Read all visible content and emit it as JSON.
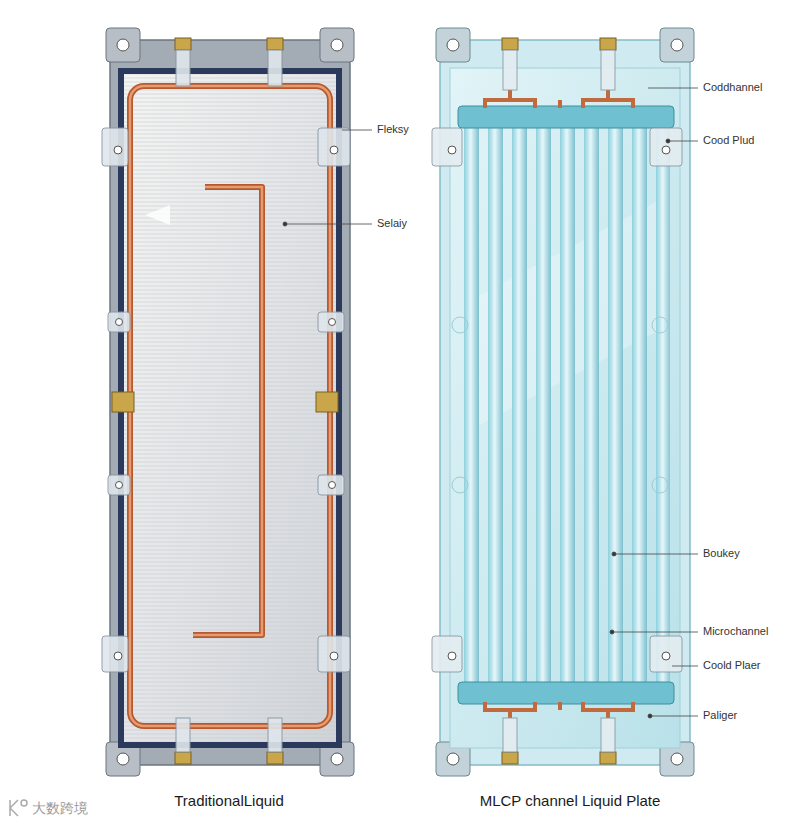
{
  "diagram": {
    "labels": [
      "Fleksy",
      "Selaiy",
      "Coddhannel",
      "Cood Plud",
      "Boukey",
      "Microchannel",
      "Coold Plaer",
      "Paliger",
      "TraditionalLiquid",
      "MLCP channel Liquid Plate",
      "大数跨境"
    ]
  }
}
